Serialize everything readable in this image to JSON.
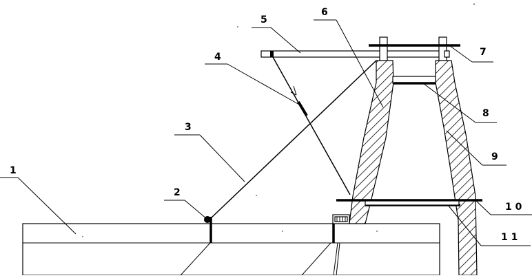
{
  "labels": {
    "l1": "1",
    "l2": "2",
    "l3": "3",
    "l4": "4",
    "l5": "5",
    "l6": "6",
    "l7": "7",
    "l8": "8",
    "l9": "9",
    "l10": "1 0",
    "l11": "1 1"
  }
}
